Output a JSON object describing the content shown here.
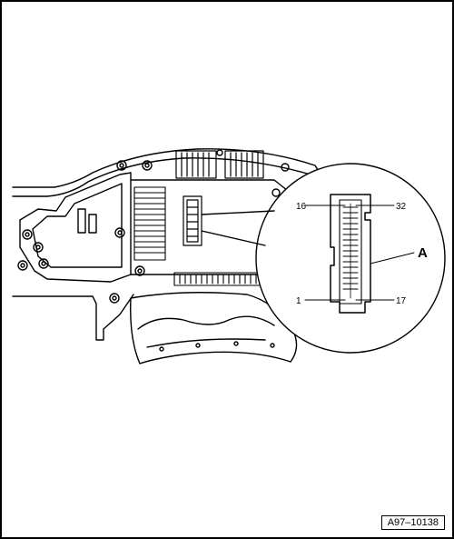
{
  "labels": {
    "pin_16": "16",
    "pin_32": "32",
    "pin_1": "1",
    "pin_17": "17",
    "callout_a": "A"
  },
  "reference": "A97–10138"
}
